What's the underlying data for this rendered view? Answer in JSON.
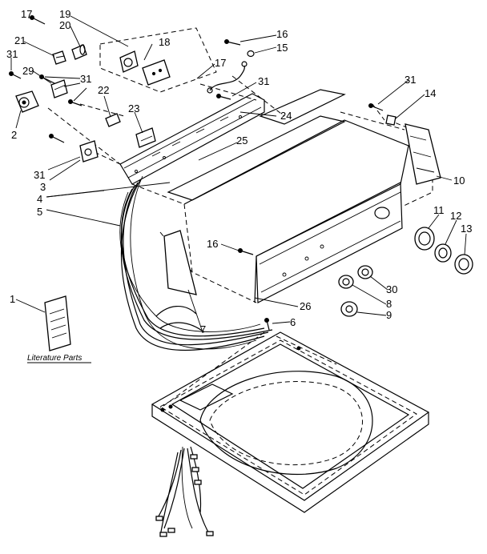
{
  "callouts": [
    {
      "id": "c17a",
      "text": "17"
    },
    {
      "id": "c19",
      "text": "19"
    },
    {
      "id": "c20",
      "text": "20"
    },
    {
      "id": "c21",
      "text": "21"
    },
    {
      "id": "c18",
      "text": "18"
    },
    {
      "id": "c16a",
      "text": "16"
    },
    {
      "id": "c15",
      "text": "15"
    },
    {
      "id": "c31a",
      "text": "31"
    },
    {
      "id": "c29",
      "text": "29"
    },
    {
      "id": "c31b",
      "text": "31"
    },
    {
      "id": "c22",
      "text": "22"
    },
    {
      "id": "c17b",
      "text": "17"
    },
    {
      "id": "c31c",
      "text": "31"
    },
    {
      "id": "c31d",
      "text": "31"
    },
    {
      "id": "c14",
      "text": "14"
    },
    {
      "id": "c2",
      "text": "2"
    },
    {
      "id": "c23",
      "text": "23"
    },
    {
      "id": "c24",
      "text": "24"
    },
    {
      "id": "c25",
      "text": "25"
    },
    {
      "id": "c31e",
      "text": "31"
    },
    {
      "id": "c3",
      "text": "3"
    },
    {
      "id": "c4",
      "text": "4"
    },
    {
      "id": "c5",
      "text": "5"
    },
    {
      "id": "c10",
      "text": "10"
    },
    {
      "id": "c11",
      "text": "11"
    },
    {
      "id": "c12",
      "text": "12"
    },
    {
      "id": "c13",
      "text": "13"
    },
    {
      "id": "c16b",
      "text": "16"
    },
    {
      "id": "c30",
      "text": "30"
    },
    {
      "id": "c8",
      "text": "8"
    },
    {
      "id": "c9",
      "text": "9"
    },
    {
      "id": "c26",
      "text": "26"
    },
    {
      "id": "c7",
      "text": "7"
    },
    {
      "id": "c6",
      "text": "6"
    },
    {
      "id": "c1",
      "text": "1"
    }
  ],
  "literature_caption": "Literature Parts"
}
